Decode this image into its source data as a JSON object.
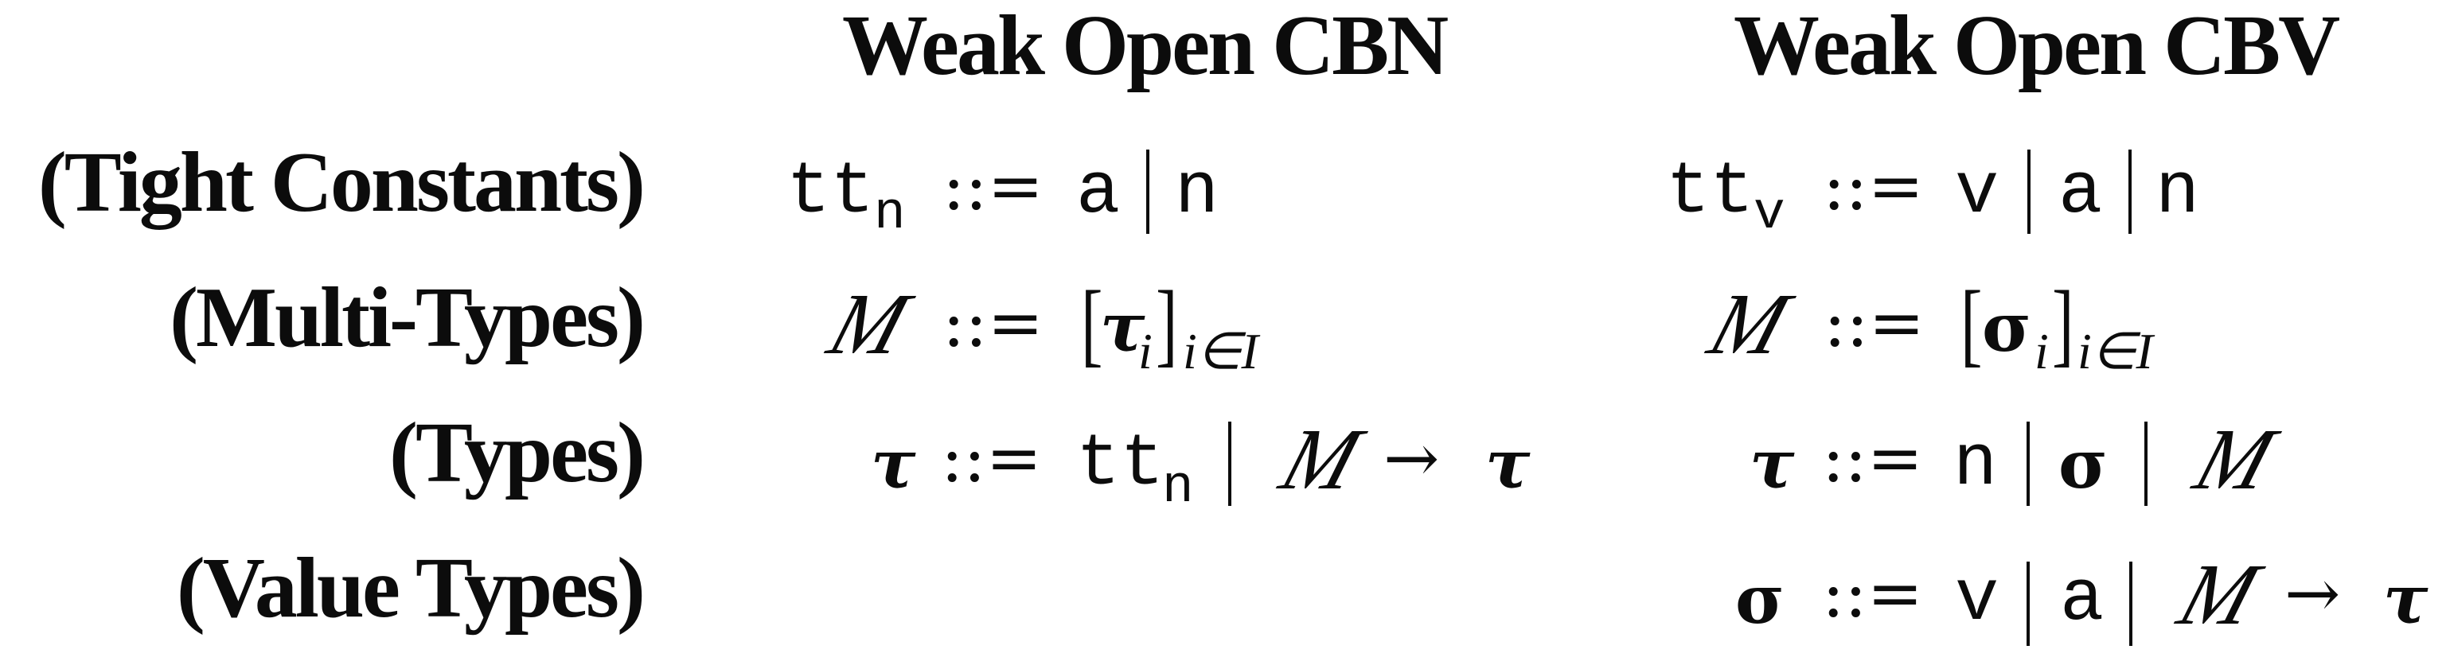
{
  "headers": {
    "cbn": "Weak Open CBN",
    "cbv": "Weak Open CBV"
  },
  "labels": {
    "tight_constants": "(Tight Constants)",
    "multi_types": "(Multi-Types)",
    "types": "(Types)",
    "value_types": "(Value Types)"
  },
  "symbols": {
    "defines": "::=",
    "arrow": "→",
    "multiset": "M",
    "tau": "τ",
    "sigma": "σ",
    "tt": "tt",
    "a": "a",
    "n": "n",
    "v": "v",
    "lbracket": "[",
    "rbracket": "]",
    "index_i": "i",
    "index_set": "i∈I"
  },
  "cbn": {
    "tight_constants": {
      "lhs": "tt",
      "lhs_sub": "n",
      "alternatives": [
        "a",
        "n"
      ]
    },
    "multi_types": {
      "lhs": "M",
      "rhs": "[τ_i]_{i∈I}"
    },
    "types": {
      "lhs": "τ",
      "alternatives": [
        "tt_n",
        "M → τ"
      ]
    },
    "value_types": null
  },
  "cbv": {
    "tight_constants": {
      "lhs": "tt",
      "lhs_sub": "v",
      "alternatives": [
        "v",
        "a",
        "n"
      ]
    },
    "multi_types": {
      "lhs": "M",
      "rhs": "[σ_i]_{i∈I}"
    },
    "types": {
      "lhs": "τ",
      "alternatives": [
        "n",
        "σ",
        "M"
      ]
    },
    "value_types": {
      "lhs": "σ",
      "alternatives": [
        "v",
        "a",
        "M → τ"
      ]
    }
  }
}
